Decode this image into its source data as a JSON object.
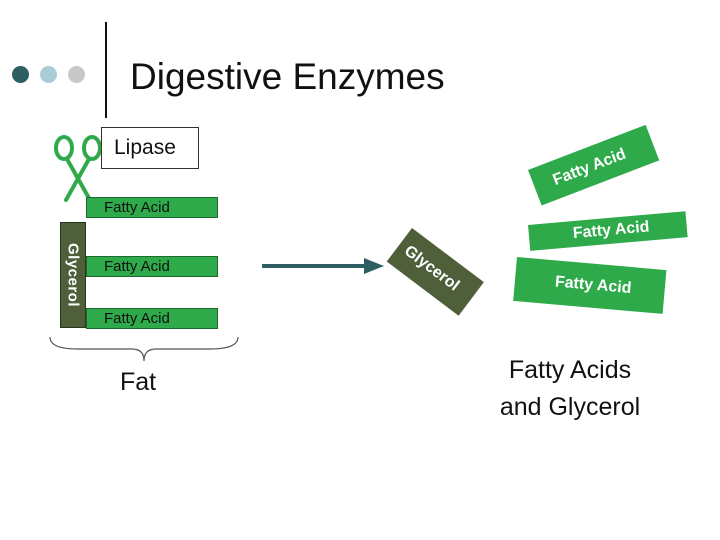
{
  "slide": {
    "title": "Digestive Enzymes",
    "bullet_colors": [
      "#2c5e63",
      "#a9cdd6",
      "#c8c8c8"
    ]
  },
  "enzyme": {
    "label": "Lipase",
    "icon": "scissors-icon",
    "icon_color": "#2eaa4a"
  },
  "fat_molecule": {
    "glycerol_label": "Glycerol",
    "fatty_acids": [
      "Fatty Acid",
      "Fatty Acid",
      "Fatty Acid"
    ],
    "label": "Fat"
  },
  "products": {
    "glycerol_label": "Glycerol",
    "fatty_acids": [
      "Fatty Acid",
      "Fatty Acid",
      "Fatty Acid"
    ],
    "label_line1": "Fatty Acids",
    "label_line2": "and Glycerol"
  },
  "colors": {
    "fatty_acid_green": "#2eaa4a",
    "glycerol_olive": "#4f5f3a",
    "arrow": "#2c5e63"
  }
}
